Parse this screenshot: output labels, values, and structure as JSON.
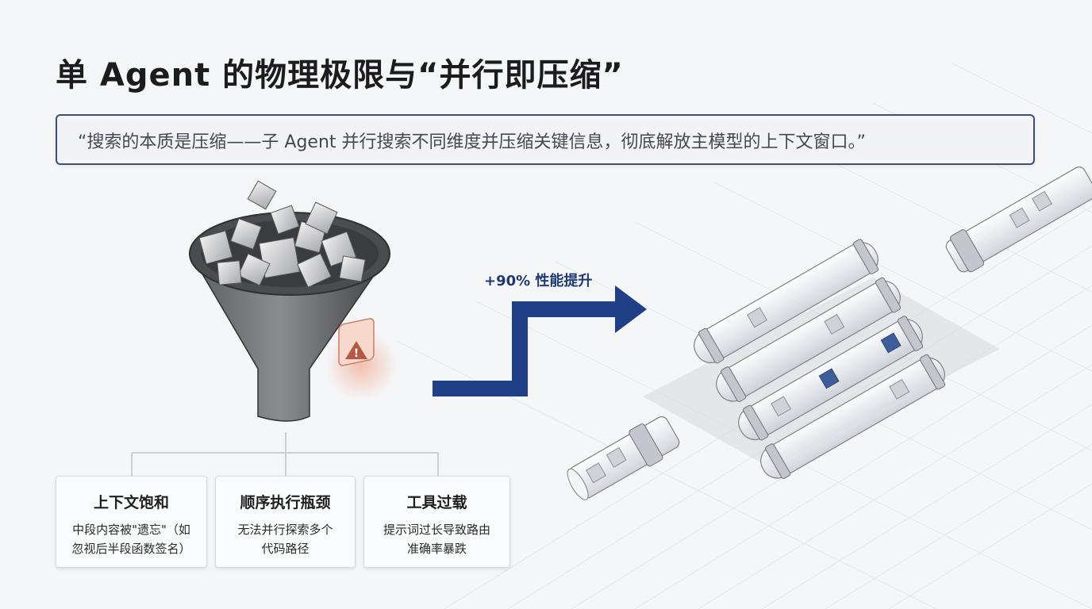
{
  "title": "单 Agent 的物理极限与“并行即压缩”",
  "quote": "“搜索的本质是压缩——子 Agent 并行搜索不同维度并压缩关键信息，彻底解放主模型的上下文窗口。”",
  "left_illustration": {
    "subject": "funnel-overflowing-with-cubes",
    "warning_icon": "warning-triangle-icon"
  },
  "arrow": {
    "label": "+90% 性能提升",
    "color": "#1f3f87"
  },
  "right_illustration": {
    "subject": "parallel-pipeline-with-cubes",
    "branch_count": 4
  },
  "cards": [
    {
      "title": "上下文饱和",
      "desc_line1": "中段内容被\"遗忘\"（如",
      "desc_line2": "忽视后半段函数签名）"
    },
    {
      "title": "顺序执行瓶颈",
      "desc_line1": "无法并行探索多个",
      "desc_line2": "代码路径"
    },
    {
      "title": "工具过载",
      "desc_line1": "提示词过长导致路由",
      "desc_line2": "准确率暴跌"
    }
  ],
  "colors": {
    "accent_blue": "#1f3f87",
    "quote_border": "#3b4f78",
    "warning": "#c0614a"
  }
}
